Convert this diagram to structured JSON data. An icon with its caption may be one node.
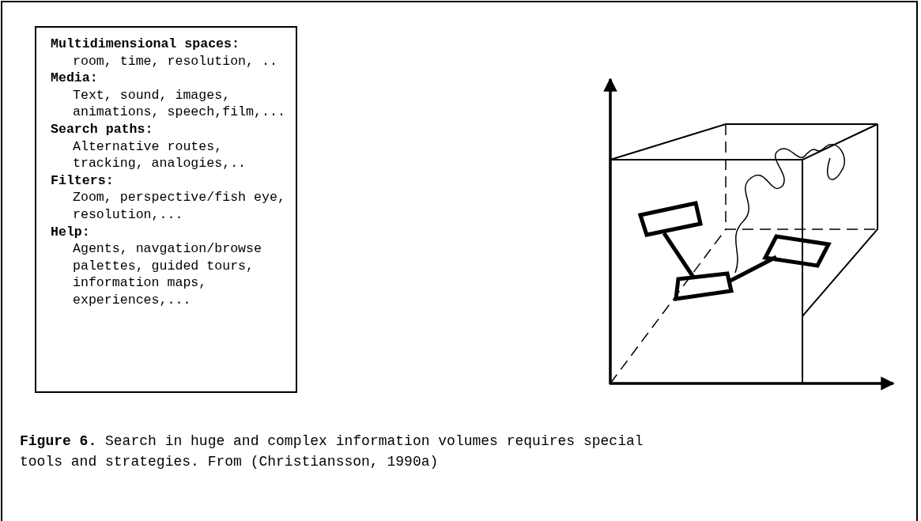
{
  "diagram": {
    "caption": "**Figure 6.** Search in huge and complex information volumes requires special tools and strategies. From (Christiansson, 1990a)",
    "nodes": [
      {
        "text": [
          "Multidimensional spaces:",
          "room, time, resolution, ..",
          "Media:",
          "Text, sound, images, animations, speech,film,...",
          "Search paths:",
          "Alternative routes, tracking, analogies,..",
          "Filters:",
          "Zoom, perspective/fish eye, resolution,...",
          "Help:",
          "Agents, navgation/browse palettes, guided tours, information maps, experiences,..."
        ]
      }
    ],
    "edges": []
  }
}
